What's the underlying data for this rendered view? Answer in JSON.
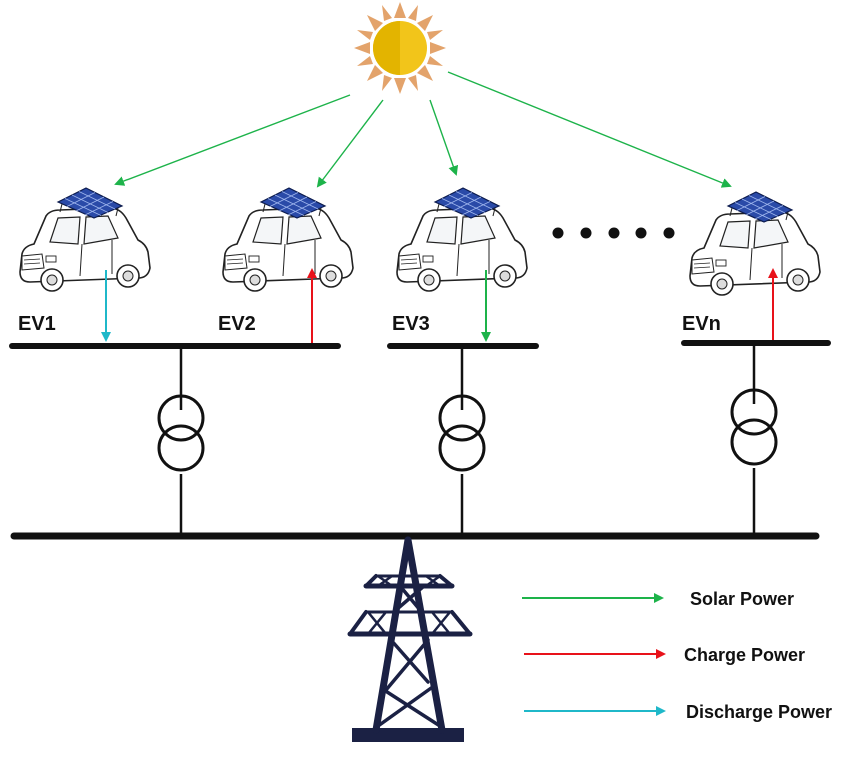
{
  "diagram": {
    "ev_labels": [
      "EV1",
      "EV2",
      "EV3",
      "EVn"
    ],
    "legend": [
      {
        "label": "Solar Power",
        "color": "#1db34a"
      },
      {
        "label": "Charge Power",
        "color": "#e8121a"
      },
      {
        "label": "Discharge Power",
        "color": "#1fb8c9"
      }
    ],
    "colors": {
      "solar": "#1db34a",
      "charge": "#e8121a",
      "discharge": "#1fb8c9",
      "bus": "#111111",
      "tower": "#1b2144",
      "sun_core": "#f2c51a",
      "sun_rays": "#e3a36b"
    }
  }
}
